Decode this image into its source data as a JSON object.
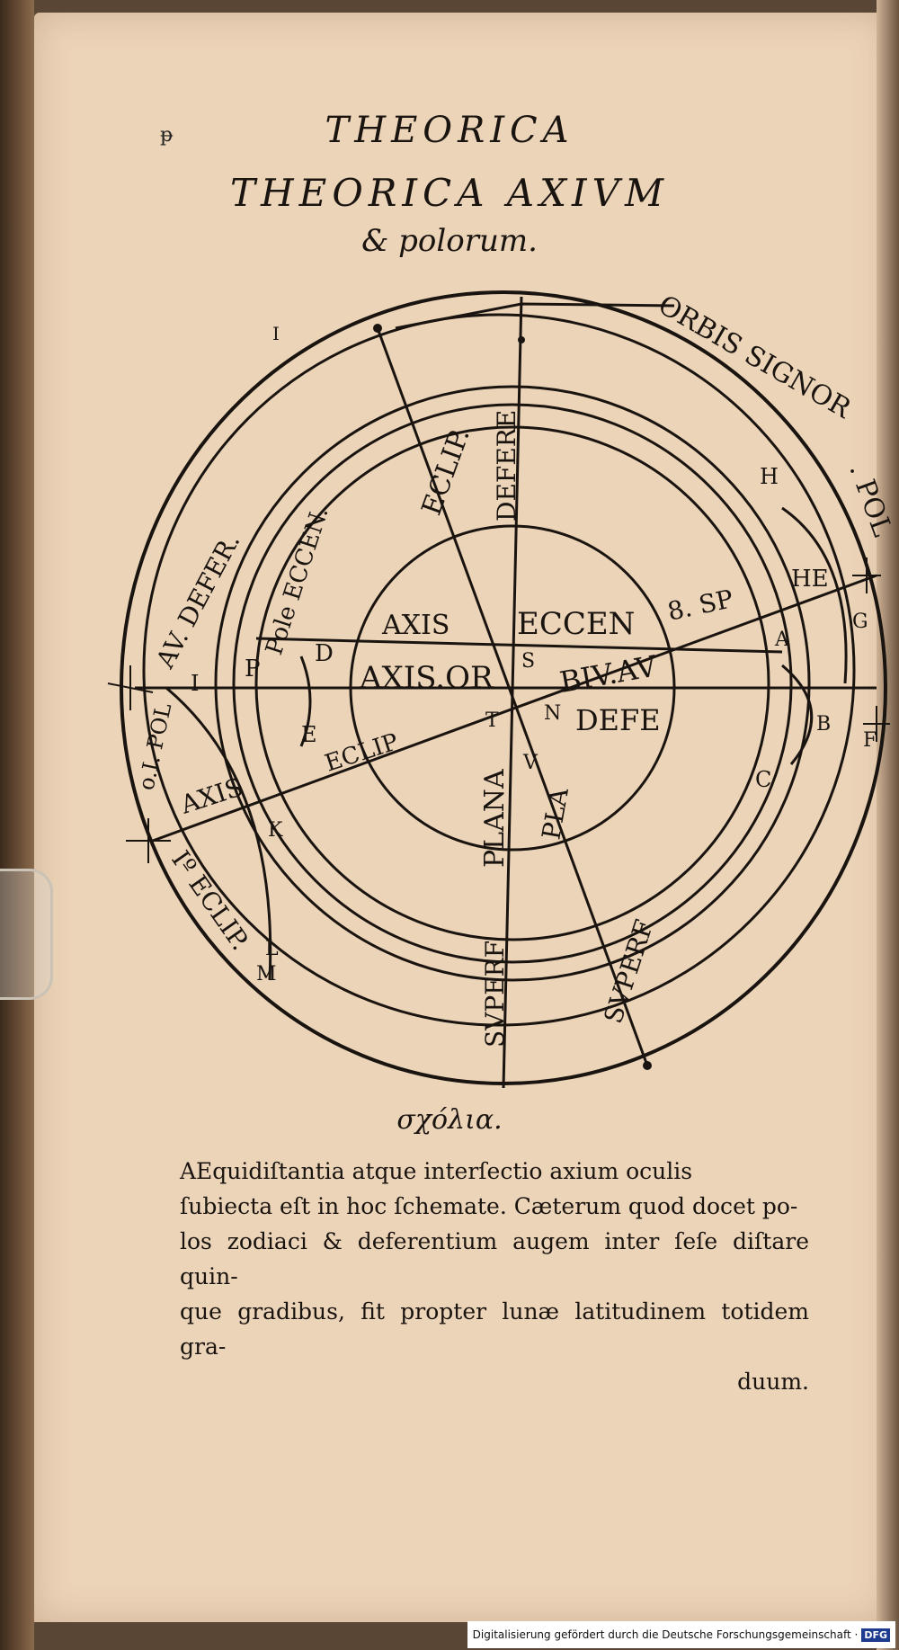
{
  "page": {
    "page_mark": "ᵽ",
    "running_head": "THEORICA",
    "title": "THEORICA AXIVM",
    "subtitle": "& polorum."
  },
  "diagram": {
    "labels": {
      "orbis": "ORBIS SIGNOR",
      "pol": ". POL",
      "i_mark": "I",
      "eclip_top": "ECLIP.",
      "defere_top": "DEFERE",
      "pole_eccen": "Pole ECCEN.",
      "au_defer": "AV. DEFER.",
      "axis_upper": "AXIS",
      "eccen": "ECCEN",
      "sp": "8. SP",
      "d": "D",
      "s": "S",
      "axis_or": "AXIS.OR",
      "biv_av": "BIV.AV",
      "a": "A",
      "h1": "H",
      "he": "HE",
      "g": "G",
      "i": "I",
      "p": "P",
      "t": "T",
      "n": "N",
      "defe": "DEFE",
      "b": "B",
      "f": "F",
      "e": "E",
      "eclip_mid": "ECLIP",
      "v": "V",
      "c": "C",
      "pol_left": "o.I. POL",
      "axis_left": "AXIS",
      "k": "K",
      "plana": "PLANA",
      "pla": "PLA",
      "eclip_bottom": "Iº ECLIP.",
      "l": "L",
      "m": "M",
      "supref_left": "SVPERF",
      "supref_right": "SVPERF"
    }
  },
  "scholia": "σχόλια.",
  "text": {
    "line1": "AEquidiſtantia atque interſectio axium oculis",
    "line2": "ſubiecta eſt in hoc ſchemate. Cæterum quod docet po-",
    "line3": "los zodiaci & deferentium augem inter ſeſe diſtare quin-",
    "line4": "que gradibus, fit propter lunæ latitudinem totidem gra-",
    "line5": "duum."
  },
  "footer": {
    "credit": "Digitalisierung gefördert durch die Deutsche Forschungsgemeinschaft ·",
    "logo": "DFG"
  }
}
